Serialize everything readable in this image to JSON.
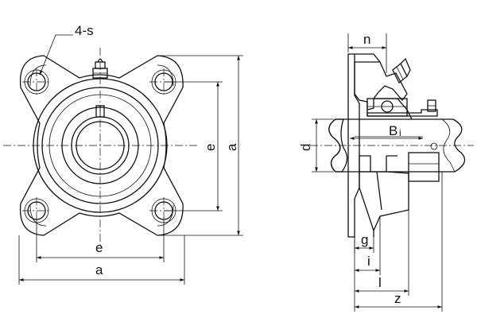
{
  "labels": {
    "holes": "4-s",
    "e_front": "e",
    "e_bottom": "e",
    "a_front": "a",
    "a_bottom": "a",
    "n": "n",
    "B": "B",
    "i_sub": "i",
    "d": "d",
    "g": "g",
    "i": "i",
    "l": "l",
    "z": "z"
  }
}
